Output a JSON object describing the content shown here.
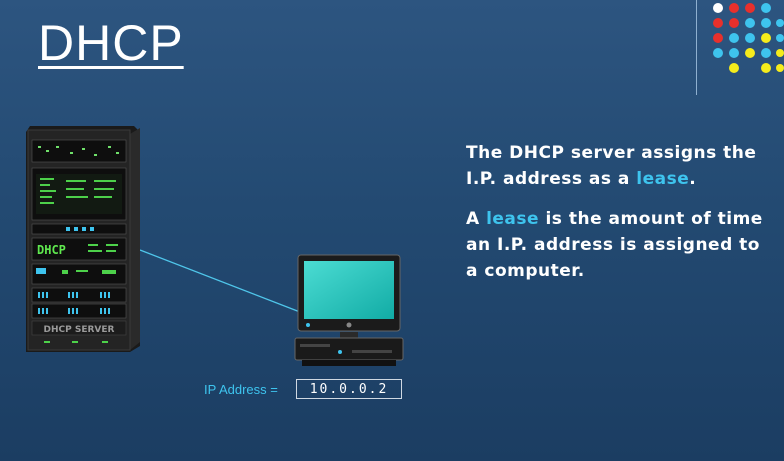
{
  "slide": {
    "title": "DHCP",
    "paragraph1": {
      "before": "The DHCP server assigns the I.P. address as a ",
      "highlight": "lease",
      "after": "."
    },
    "paragraph2": {
      "before": "A ",
      "highlight": "lease",
      "after": " is the amount of time an I.P. address is assigned to a computer."
    },
    "server_label": "DHCP SERVER",
    "server_screen_label": "DHCP",
    "ip_label": "IP Address =",
    "ip_value": "10.0.0.2"
  },
  "colors": {
    "background": "#234a72",
    "highlight": "#3ec4ee",
    "screen": "#19c8c0"
  },
  "icons": [
    "server-rack-icon",
    "desktop-computer-icon",
    "dot-grid-decoration"
  ]
}
